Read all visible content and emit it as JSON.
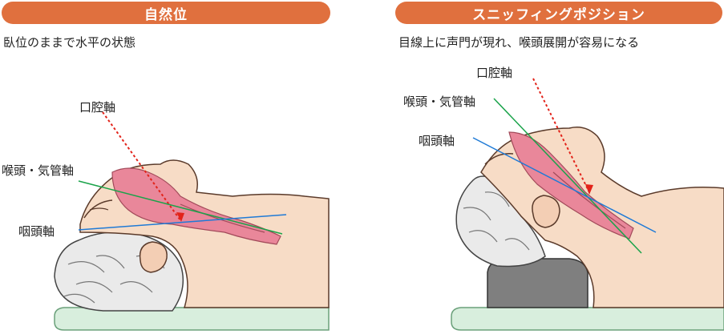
{
  "panels": {
    "left": {
      "title": "自然位",
      "subtitle": "臥位のままで水平の状態",
      "labels": {
        "oral_axis": "口腔軸",
        "laryngeal_tracheal_axis": "喉頭・気管軸",
        "pharyngeal_axis": "咽頭軸"
      }
    },
    "right": {
      "title": "スニッフィングポジション",
      "subtitle": "目線上に声門が現れ、喉頭展開が容易になる",
      "labels": {
        "oral_axis": "口腔軸",
        "laryngeal_tracheal_axis": "喉頭・気管軸",
        "pharyngeal_axis": "咽頭軸"
      }
    }
  },
  "colors": {
    "title_bg": "#e0703e",
    "oral_axis": "#e2231a",
    "laryngeal_tracheal_axis": "#1aa34a",
    "pharyngeal_axis": "#1f7ad6",
    "skin": "#f7dcc6",
    "airway": "#e9879a",
    "hair": "#e5e5e5",
    "pillow": "#7f7f7f",
    "bed": "#d8eedd"
  }
}
